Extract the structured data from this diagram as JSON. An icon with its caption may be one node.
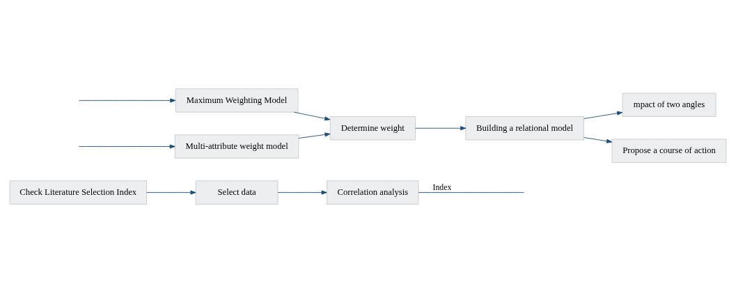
{
  "diagram": {
    "nodes": [
      {
        "text": [
          "Check Literature Selection Index"
        ]
      },
      {
        "text": [
          "Select data"
        ]
      },
      {
        "text": [
          "Correlation analysis"
        ]
      },
      {
        "text": [
          "Multi-attribute weight model"
        ]
      },
      {
        "text": [
          "Maximum Weighting Model"
        ]
      },
      {
        "text": [
          "Determine weight"
        ]
      },
      {
        "text": [
          "Building a relational model"
        ]
      },
      {
        "text": [
          "mpact of two angles"
        ]
      },
      {
        "text": [
          "Propose a course of action"
        ]
      }
    ],
    "edges": [
      {
        "from": 0,
        "to": 1,
        "arrow": "to"
      },
      {
        "from": 1,
        "to": 2,
        "arrow": "to"
      },
      {
        "from": 2,
        "to": null,
        "arrow": "none",
        "label": "Index"
      },
      {
        "from": null,
        "to": 3,
        "arrow": "to"
      },
      {
        "from": null,
        "to": 4,
        "arrow": "to"
      },
      {
        "from": 3,
        "to": 5,
        "arrow": "to"
      },
      {
        "from": 4,
        "to": 5,
        "arrow": "to"
      },
      {
        "from": 5,
        "to": 6,
        "arrow": "to"
      },
      {
        "from": 6,
        "to": 7,
        "arrow": "to"
      },
      {
        "from": 6,
        "to": 8,
        "arrow": "to"
      }
    ]
  }
}
